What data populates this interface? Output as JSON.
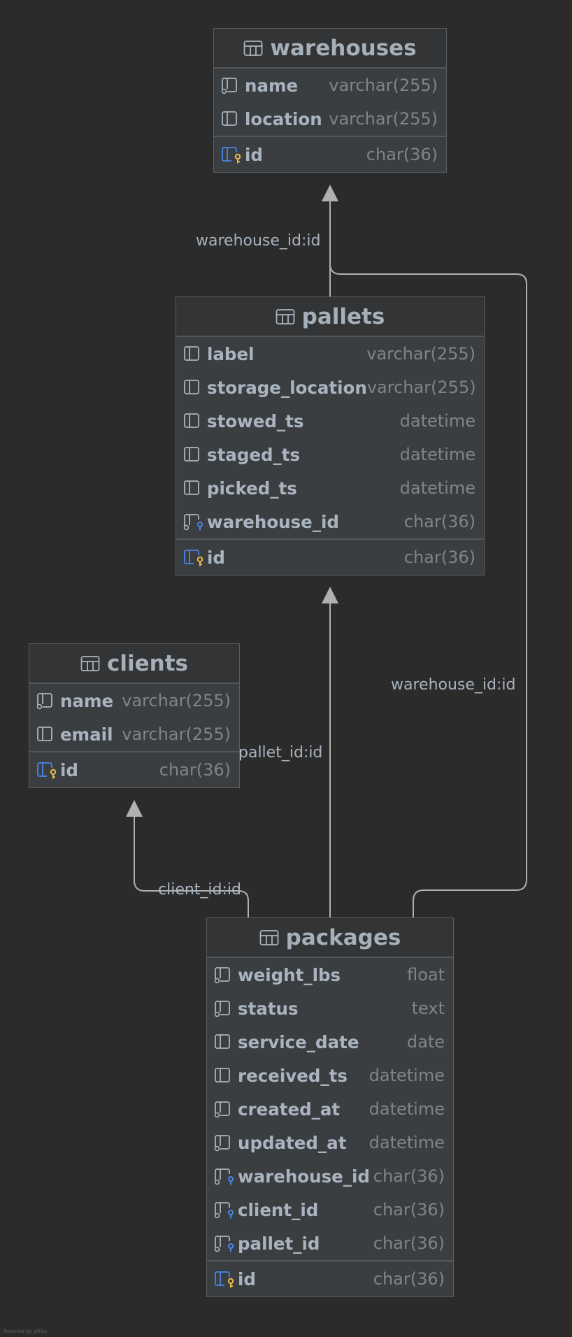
{
  "tables": [
    {
      "key": "warehouses",
      "name": "warehouses",
      "columns": [
        {
          "name": "name",
          "type": "varchar(255)",
          "icon": "column-indexed-icon"
        },
        {
          "name": "location",
          "type": "varchar(255)",
          "icon": "column-icon"
        }
      ],
      "primary_key": {
        "name": "id",
        "type": "char(36)",
        "icon": "primary-key-icon"
      }
    },
    {
      "key": "pallets",
      "name": "pallets",
      "columns": [
        {
          "name": "label",
          "type": "varchar(255)",
          "icon": "column-icon"
        },
        {
          "name": "storage_location",
          "type": "varchar(255)",
          "icon": "column-icon"
        },
        {
          "name": "stowed_ts",
          "type": "datetime",
          "icon": "column-icon"
        },
        {
          "name": "staged_ts",
          "type": "datetime",
          "icon": "column-icon"
        },
        {
          "name": "picked_ts",
          "type": "datetime",
          "icon": "column-icon"
        },
        {
          "name": "warehouse_id",
          "type": "char(36)",
          "icon": "foreign-key-icon"
        }
      ],
      "primary_key": {
        "name": "id",
        "type": "char(36)",
        "icon": "primary-key-icon"
      }
    },
    {
      "key": "clients",
      "name": "clients",
      "columns": [
        {
          "name": "name",
          "type": "varchar(255)",
          "icon": "column-indexed-icon"
        },
        {
          "name": "email",
          "type": "varchar(255)",
          "icon": "column-icon"
        }
      ],
      "primary_key": {
        "name": "id",
        "type": "char(36)",
        "icon": "primary-key-icon"
      }
    },
    {
      "key": "packages",
      "name": "packages",
      "columns": [
        {
          "name": "weight_lbs",
          "type": "float",
          "icon": "column-indexed-icon"
        },
        {
          "name": "status",
          "type": "text",
          "icon": "column-indexed-icon"
        },
        {
          "name": "service_date",
          "type": "date",
          "icon": "column-icon"
        },
        {
          "name": "received_ts",
          "type": "datetime",
          "icon": "column-icon"
        },
        {
          "name": "created_at",
          "type": "datetime",
          "icon": "column-indexed-icon"
        },
        {
          "name": "updated_at",
          "type": "datetime",
          "icon": "column-indexed-icon"
        },
        {
          "name": "warehouse_id",
          "type": "char(36)",
          "icon": "foreign-key-icon"
        },
        {
          "name": "client_id",
          "type": "char(36)",
          "icon": "foreign-key-icon"
        },
        {
          "name": "pallet_id",
          "type": "char(36)",
          "icon": "foreign-key-icon"
        }
      ],
      "primary_key": {
        "name": "id",
        "type": "char(36)",
        "icon": "primary-key-icon"
      }
    }
  ],
  "relationships": [
    {
      "key": "pallets-warehouse",
      "from": "pallets",
      "to": "warehouses",
      "label": "warehouse_id:id"
    },
    {
      "key": "packages-warehouse",
      "from": "packages",
      "to": "warehouses",
      "label": "warehouse_id:id"
    },
    {
      "key": "packages-pallet",
      "from": "packages",
      "to": "pallets",
      "label": "pallet_id:id"
    },
    {
      "key": "packages-client",
      "from": "packages",
      "to": "clients",
      "label": "client_id:id"
    }
  ],
  "colors": {
    "background": "#2b2b2b",
    "table_body": "#3b3e40",
    "table_header": "#333435",
    "text": "#a9b4c0",
    "type_text": "#7e8489",
    "edge": "#b0b0b0",
    "key_gold": "#e8b84a",
    "key_blue": "#4a86e8"
  },
  "footer": "Powered by yFiles"
}
